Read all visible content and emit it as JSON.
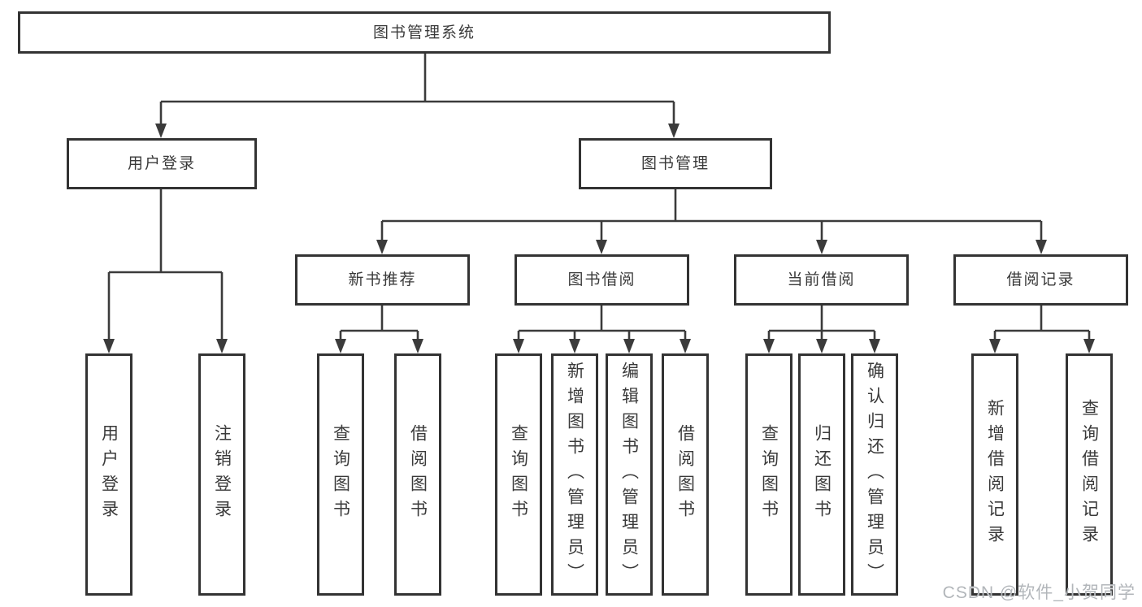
{
  "tree": {
    "label": "图书管理系统",
    "children": [
      {
        "label": "用户登录",
        "children": [
          {
            "label": "用户登录"
          },
          {
            "label": "注销登录"
          }
        ]
      },
      {
        "label": "图书管理",
        "children": [
          {
            "label": "新书推荐",
            "children": [
              {
                "label": "查询图书"
              },
              {
                "label": "借阅图书"
              }
            ]
          },
          {
            "label": "图书借阅",
            "children": [
              {
                "label": "查询图书"
              },
              {
                "label": "新增图书（管理员）"
              },
              {
                "label": "编辑图书（管理员）"
              },
              {
                "label": "借阅图书"
              }
            ]
          },
          {
            "label": "当前借阅",
            "children": [
              {
                "label": "查询图书"
              },
              {
                "label": "归还图书"
              },
              {
                "label": "确认归还（管理员）"
              }
            ]
          },
          {
            "label": "借阅记录",
            "children": [
              {
                "label": "新增借阅记录"
              },
              {
                "label": "查询借阅记录"
              }
            ]
          }
        ]
      }
    ]
  },
  "watermark": "CSDN @软件_小贺同学",
  "colors": {
    "line": "#3b3b3b",
    "border": "#333333",
    "text": "#3a3a3a",
    "background": "#ffffff",
    "watermark": "#b2b6ba"
  }
}
